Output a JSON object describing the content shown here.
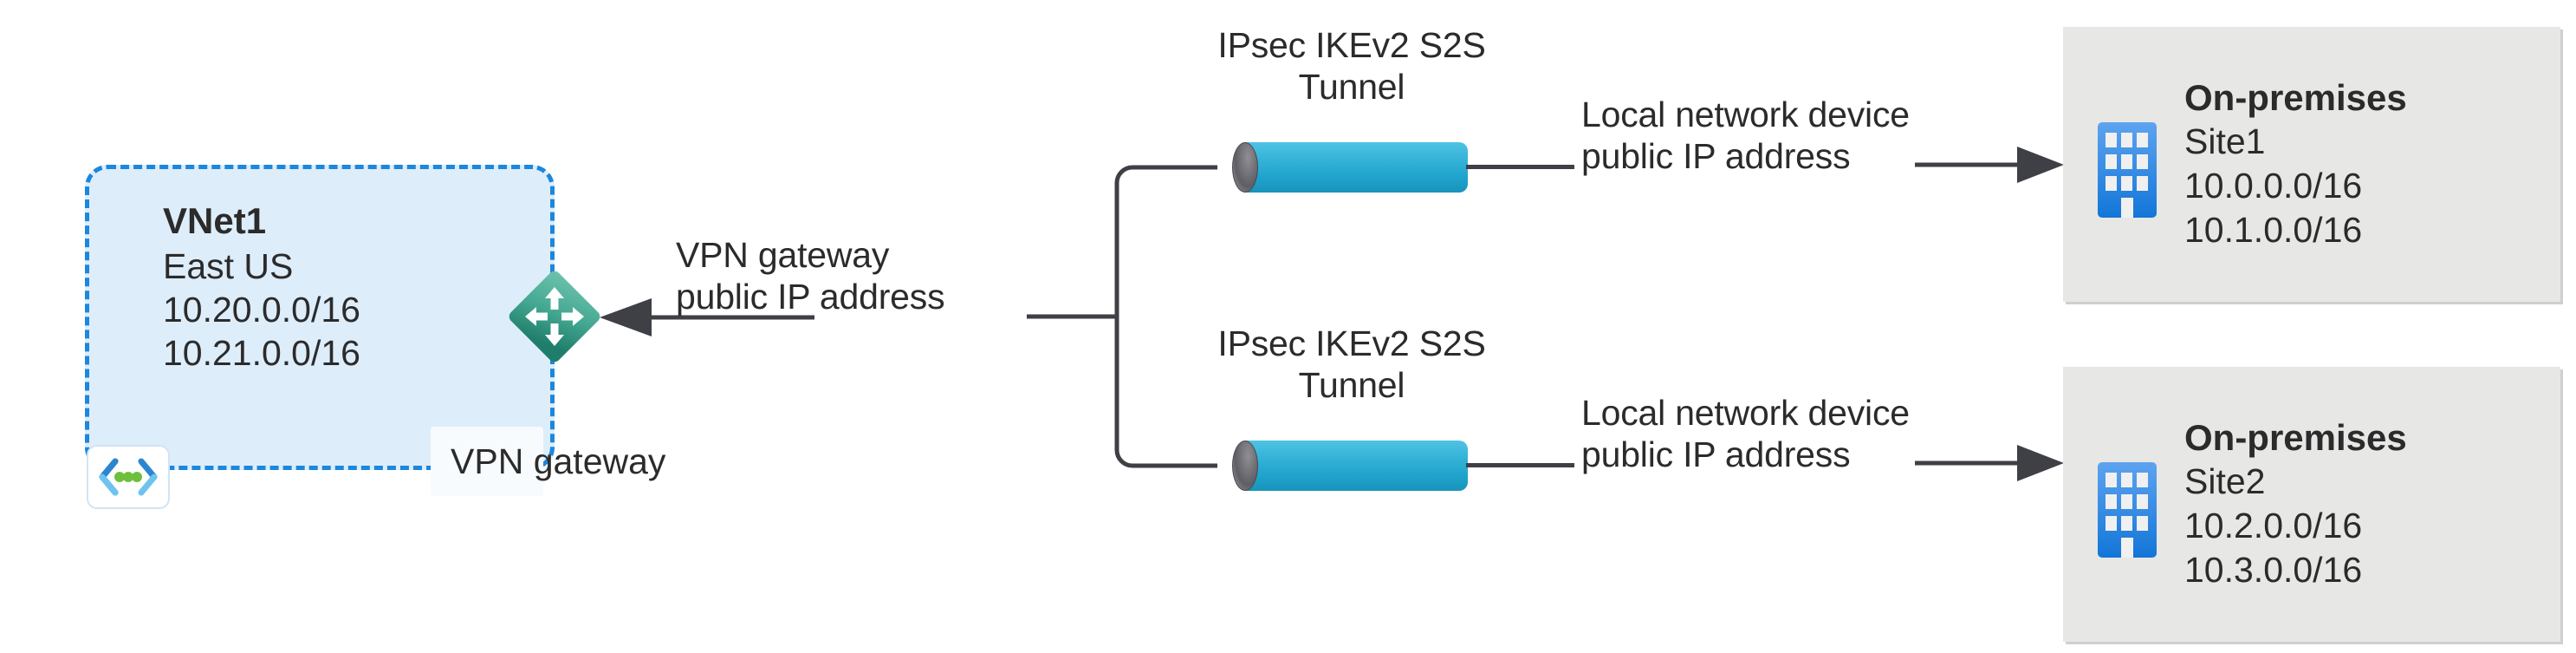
{
  "diagram": {
    "title": "Azure Site-to-Site VPN multi-site connection diagram",
    "colors": {
      "vnet_fill": "#deedfa",
      "vnet_border": "#1b87dd",
      "gateway_green": "#3fa08a",
      "tunnel_blue": "#2aabd2",
      "onprem_fill": "#e7e7e5",
      "building_blue": "#1f8ae0",
      "connector_gray": "#3f3f46",
      "text": "#2b2b2b"
    }
  },
  "vnet": {
    "name": "VNet1",
    "region": "East US",
    "address_spaces": [
      "10.20.0.0/16",
      "10.21.0.0/16"
    ],
    "icon": "virtual-network-icon"
  },
  "gateway": {
    "icon": "vpn-gateway-icon",
    "label": "VPN gateway",
    "callout": {
      "line1": "VPN gateway",
      "line2": "public IP address"
    }
  },
  "tunnels": [
    {
      "label_line1": "IPsec IKEv2 S2S",
      "label_line2": "Tunnel",
      "endpoint_label_line1": "Local network device",
      "endpoint_label_line2": "public IP address"
    },
    {
      "label_line1": "IPsec IKEv2 S2S",
      "label_line2": "Tunnel",
      "endpoint_label_line1": "Local network device",
      "endpoint_label_line2": "public IP address"
    }
  ],
  "sites": [
    {
      "title": "On-premises",
      "name": "Site1",
      "address_spaces": [
        "10.0.0.0/16",
        "10.1.0.0/16"
      ],
      "icon": "building-icon"
    },
    {
      "title": "On-premises",
      "name": "Site2",
      "address_spaces": [
        "10.2.0.0/16",
        "10.3.0.0/16"
      ],
      "icon": "building-icon"
    }
  ]
}
